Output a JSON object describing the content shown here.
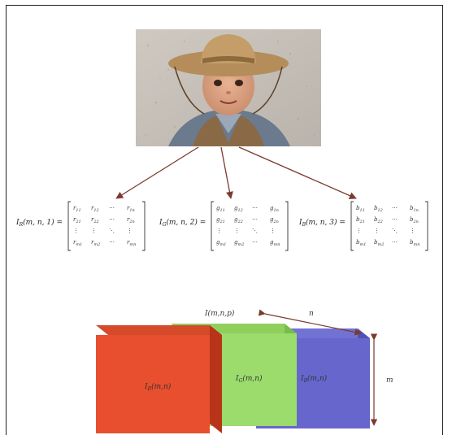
{
  "photo": {
    "subject": "child-in-straw-hat-photo"
  },
  "matrices": [
    {
      "label_sub": "R",
      "label_args": "(m, n, 1) =",
      "symbol": "r",
      "rows": [
        [
          "r11",
          "r12",
          "⋯",
          "r1n"
        ],
        [
          "r21",
          "r22",
          "⋯",
          "r2n"
        ],
        [
          "⋮",
          "⋮",
          "⋱",
          "⋮"
        ],
        [
          "rm1",
          "rm2",
          "⋯",
          "rmn"
        ]
      ]
    },
    {
      "label_sub": "G",
      "label_args": "(m, n, 2) =",
      "symbol": "g",
      "rows": [
        [
          "g11",
          "g12",
          "⋯",
          "g1n"
        ],
        [
          "g21",
          "g22",
          "⋯",
          "g2n"
        ],
        [
          "⋮",
          "⋮",
          "⋱",
          "⋮"
        ],
        [
          "gm1",
          "gm2",
          "⋯",
          "gmn"
        ]
      ]
    },
    {
      "label_sub": "B",
      "label_args": "(m, n, 3) =",
      "symbol": "b",
      "rows": [
        [
          "b11",
          "b12",
          "⋯",
          "b1n"
        ],
        [
          "b21",
          "b22",
          "⋯",
          "b2n"
        ],
        [
          "⋮",
          "⋮",
          "⋱",
          "⋮"
        ],
        [
          "bm1",
          "bm2",
          "⋯",
          "bmn"
        ]
      ]
    }
  ],
  "stack": {
    "label_top": "I(m,n,p)",
    "label_n": "n",
    "label_m": "m",
    "layers": [
      {
        "name": "IR(m,n)",
        "front": "#e84f2e",
        "top": "#c83e22",
        "side": "#b83418"
      },
      {
        "name": "IG(m,n)",
        "front": "#9bdc6c",
        "top": "#8fd05c",
        "side": "#7abc4c"
      },
      {
        "name": "IB(m,n)",
        "front": "#6666cc",
        "top": "#7272d4",
        "side": "#5252b0"
      }
    ],
    "layer_labels": [
      "I",
      "R",
      "(m,n)",
      "I",
      "G",
      "(m,n)",
      "I",
      "B",
      "(m,n)"
    ]
  },
  "colors": {
    "arrow": "#7a3b2e",
    "text": "#222222"
  }
}
